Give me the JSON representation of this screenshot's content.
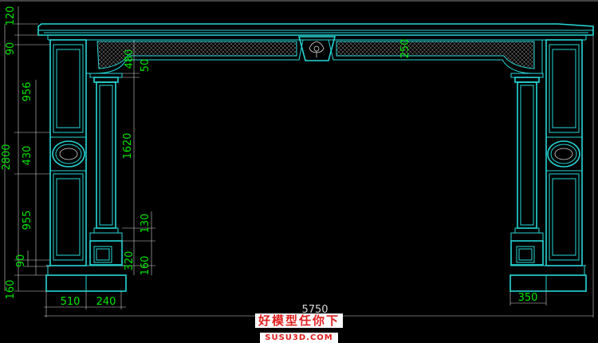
{
  "diagram": {
    "colors": {
      "background": "#000000",
      "outline": "#27d7d7",
      "dimension": "#00e600",
      "detail": "#d8d8d8",
      "watermark": "#e02020"
    },
    "dimensions": {
      "left_vertical": [
        "120",
        "90",
        "956",
        "430",
        "955",
        "90",
        "160"
      ],
      "overall_height": "2800",
      "inner_left": [
        "480",
        "50",
        "1620",
        "130",
        "320",
        "160"
      ],
      "frieze_right": "250",
      "bottom": [
        "510",
        "240"
      ],
      "overall_width": "5750",
      "bottom_right": "350"
    },
    "watermark": {
      "logo_text": "好模型任你下",
      "site": "SUSU3D.COM"
    }
  }
}
